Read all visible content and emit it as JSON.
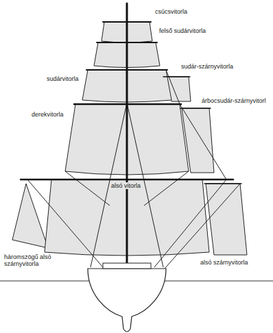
{
  "diagram": {
    "labels": [
      "csúcsvitorla",
      "felső sudárvitorla",
      "sudár-szárnyvitorla",
      "sudárvitorla",
      "árbocsudár-szárnyvitorl",
      "derekvitorla",
      "alsó vitorla",
      "háromszögű alsó szárnyvitorla",
      "alsó szárnyvitorla"
    ]
  }
}
